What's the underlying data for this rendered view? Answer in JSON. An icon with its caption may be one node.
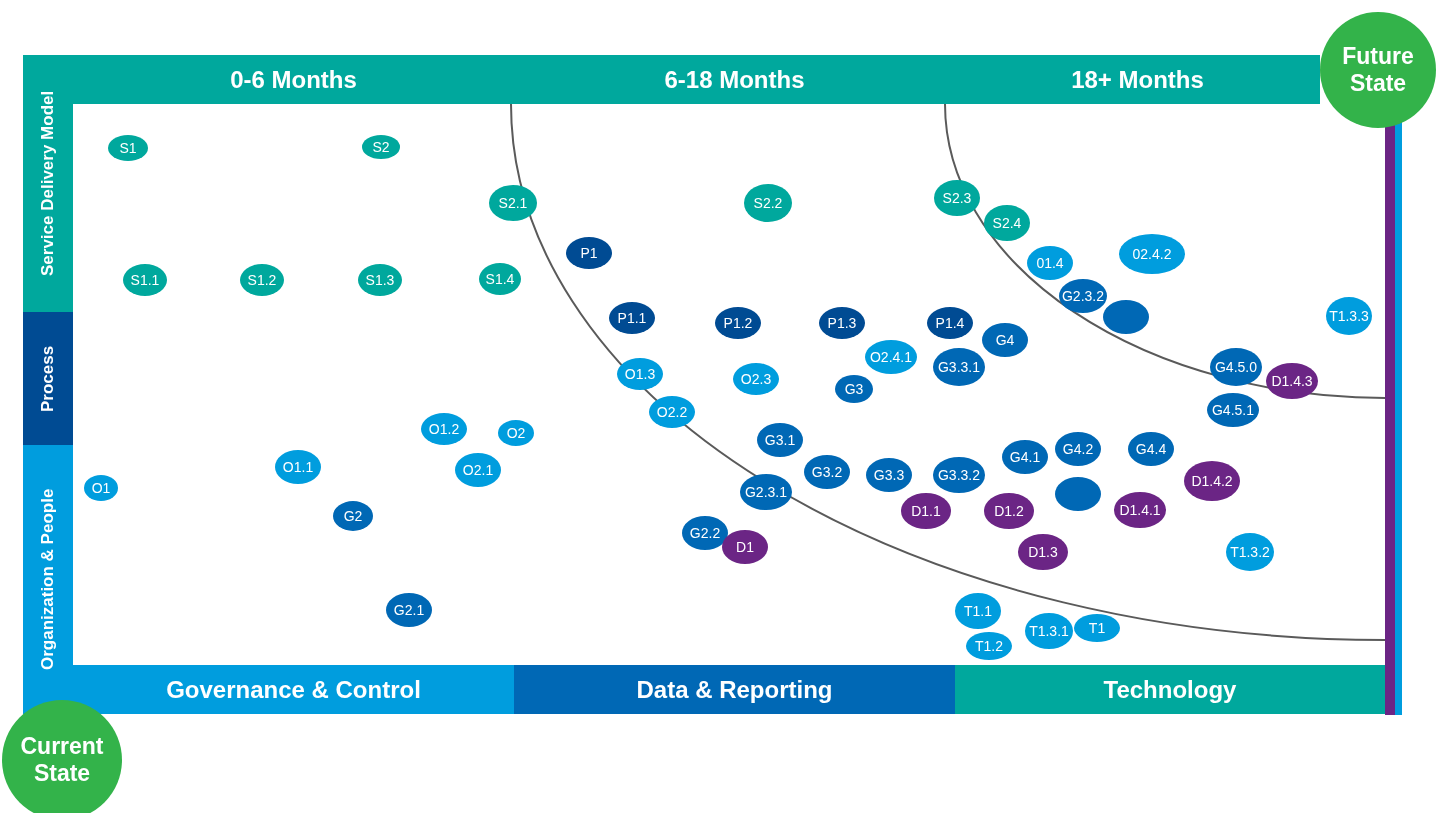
{
  "diagram": {
    "nodes": [
      {
        "text": [
          "0-6 Months"
        ]
      },
      {
        "text": [
          "6-18 Months"
        ]
      },
      {
        "text": [
          "18+ Months"
        ]
      },
      {
        "text": [
          "Future State"
        ]
      },
      {
        "text": [
          "Service Delivery Model"
        ]
      },
      {
        "text": [
          "Process"
        ]
      },
      {
        "text": [
          "Organization & People"
        ]
      },
      {
        "text": [
          "S1"
        ]
      },
      {
        "text": [
          "S2"
        ]
      },
      {
        "text": [
          "S2.3"
        ]
      },
      {
        "text": [
          "S2.1"
        ]
      },
      {
        "text": [
          "S2.2"
        ]
      },
      {
        "text": [
          "S2.4"
        ]
      },
      {
        "text": [
          "P1"
        ]
      },
      {
        "text": [
          "02.4.2"
        ]
      },
      {
        "text": [
          "01.4"
        ]
      },
      {
        "text": [
          "S1.4"
        ]
      },
      {
        "text": [
          "S1.1"
        ]
      },
      {
        "text": [
          "S1.2"
        ]
      },
      {
        "text": [
          "S1.3"
        ]
      },
      {
        "text": [
          "G2.3.2"
        ]
      },
      {
        "text": [
          "T1.3.3"
        ]
      },
      {
        "text": [],
        "shape": "ellipse"
      },
      {
        "text": [
          "P1.1"
        ]
      },
      {
        "text": [
          "P1.2"
        ]
      },
      {
        "text": [
          "P1.3"
        ]
      },
      {
        "text": [
          "P1.4"
        ]
      },
      {
        "text": [
          "G4"
        ]
      },
      {
        "text": [
          "O2.4.1"
        ]
      },
      {
        "text": [
          "G3.3.1"
        ]
      },
      {
        "text": [
          "G4.5.0"
        ]
      },
      {
        "text": [
          "O1.3"
        ]
      },
      {
        "text": [
          "O2.3"
        ]
      },
      {
        "text": [
          "D1.4.3"
        ]
      },
      {
        "text": [
          "G3"
        ]
      },
      {
        "text": [
          "G4.5.1"
        ]
      },
      {
        "text": [
          "O2.2"
        ]
      },
      {
        "text": [
          "O1.2"
        ]
      },
      {
        "text": [
          "O2"
        ]
      },
      {
        "text": [
          "G3.1"
        ]
      },
      {
        "text": [
          "G4.2"
        ]
      },
      {
        "text": [
          "G4.4"
        ]
      },
      {
        "text": [
          "G4.1"
        ]
      },
      {
        "text": [
          "O1.1"
        ]
      },
      {
        "text": [
          "O2.1"
        ]
      },
      {
        "text": [
          "G3.2"
        ]
      },
      {
        "text": [
          "G3.3"
        ]
      },
      {
        "text": [
          "G3.3.2"
        ]
      },
      {
        "text": [
          "D1.4.2"
        ]
      },
      {
        "text": [
          "O1"
        ]
      },
      {
        "text": [
          "G2.3.1"
        ]
      },
      {
        "text": [],
        "shape": "ellipse"
      },
      {
        "text": [
          "D1.4.1"
        ]
      },
      {
        "text": [
          "D1.1"
        ]
      },
      {
        "text": [
          "D1.2"
        ]
      },
      {
        "text": [
          "G2"
        ]
      },
      {
        "text": [
          "G2.2"
        ]
      },
      {
        "text": [
          "D1"
        ]
      },
      {
        "text": [
          "D1.3"
        ]
      },
      {
        "text": [
          "T1.3.2"
        ]
      },
      {
        "text": [
          "G2.1"
        ]
      },
      {
        "text": [
          "T1.1"
        ]
      },
      {
        "text": [
          "T1"
        ]
      },
      {
        "text": [
          "T1.3.1"
        ]
      },
      {
        "text": [
          "T1.2"
        ]
      },
      {
        "text": [
          "Governance & Control"
        ]
      },
      {
        "text": [
          "Data & Reporting"
        ]
      },
      {
        "text": [
          "Technology"
        ]
      },
      {
        "text": [
          "Current State"
        ]
      }
    ]
  }
}
